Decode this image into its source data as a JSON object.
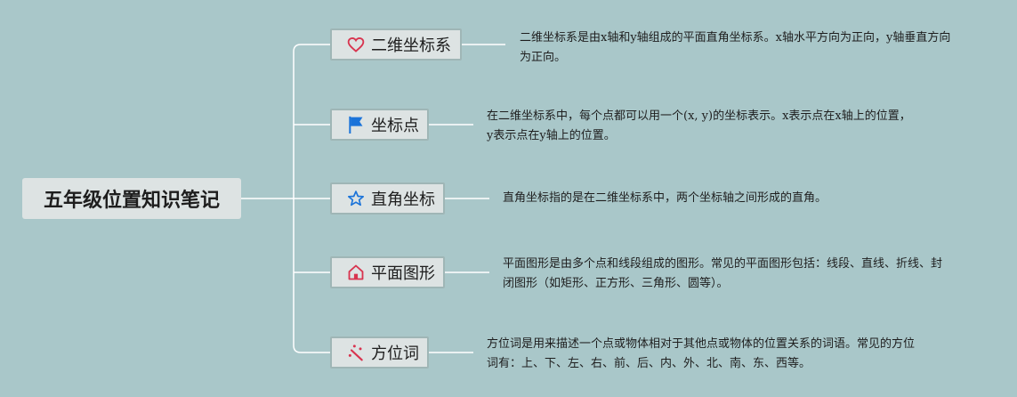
{
  "root": {
    "label": "五年级位置知识笔记"
  },
  "branches": [
    {
      "label": "二维坐标系",
      "icon": "heart-icon",
      "icon_color": "#d8344f",
      "note": "二维坐标系是由x轴和y轴组成的平面直角坐标系。x轴水平方向为正向，y轴垂直方向为正向。"
    },
    {
      "label": "坐标点",
      "icon": "flag-icon",
      "icon_color": "#1a73d9",
      "note": "在二维坐标系中，每个点都可以用一个(x, y)的坐标表示。x表示点在x轴上的位置，y表示点在y轴上的位置。"
    },
    {
      "label": "直角坐标",
      "icon": "star-icon",
      "icon_color": "#1a73d9",
      "note": "直角坐标指的是在二维坐标系中，两个坐标轴之间形成的直角。"
    },
    {
      "label": "平面图形",
      "icon": "home-icon",
      "icon_color": "#d8344f",
      "note": "平面图形是由多个点和线段组成的图形。常见的平面图形包括：线段、直线、折线、封闭图形（如矩形、正方形、三角形、圆等）。"
    },
    {
      "label": "方位词",
      "icon": "magic-wand-icon",
      "icon_color": "#d8344f",
      "note": "方位词是用来描述一个点或物体相对于其他点或物体的位置关系的词语。常见的方位词有：上、下、左、右、前、后、内、外、北、南、东、西等。"
    }
  ],
  "colors": {
    "background": "#a9c7c9",
    "node_fill": "#dde3e3",
    "connector": "#ffffff"
  }
}
